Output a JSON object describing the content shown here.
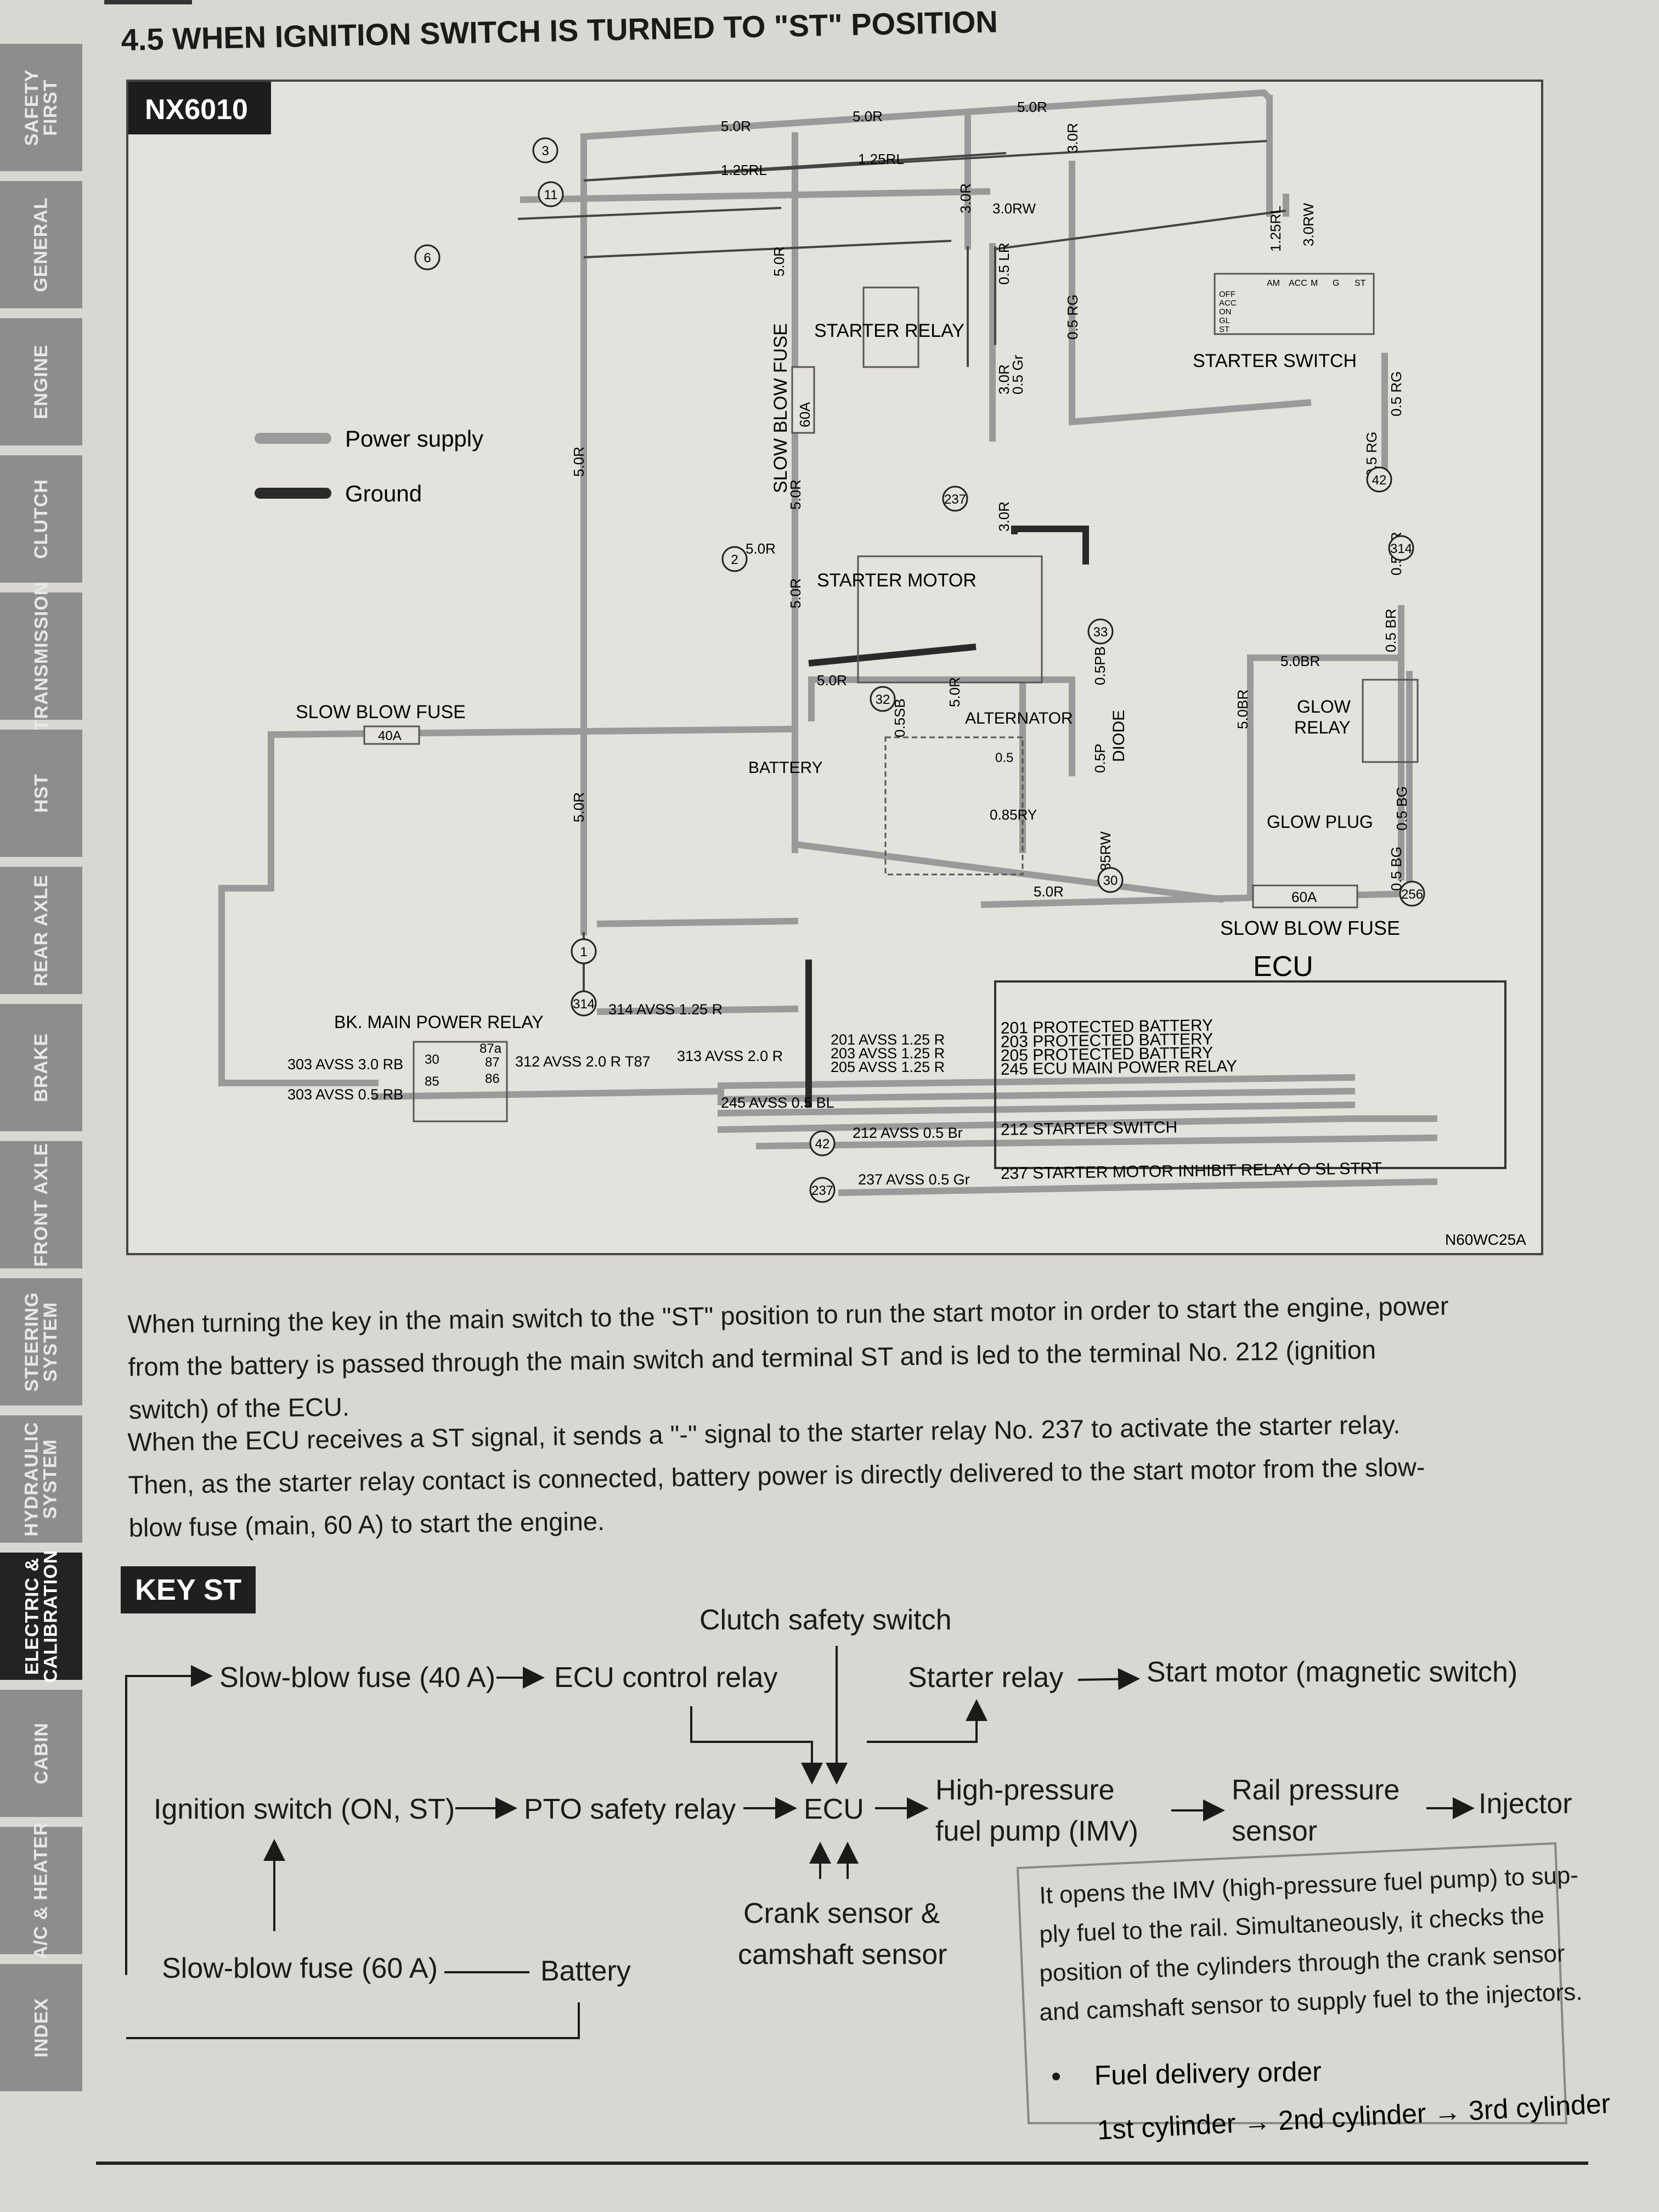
{
  "tabs": [
    {
      "label": "SAFETY FIRST",
      "lines": [
        "SAFETY",
        "FIRST"
      ],
      "active": false
    },
    {
      "label": "GENERAL",
      "lines": [
        "GENERAL"
      ],
      "active": false
    },
    {
      "label": "ENGINE",
      "lines": [
        "ENGINE"
      ],
      "active": false
    },
    {
      "label": "CLUTCH",
      "lines": [
        "CLUTCH"
      ],
      "active": false
    },
    {
      "label": "TRANSMISSION",
      "lines": [
        "TRANSMISSION"
      ],
      "active": false
    },
    {
      "label": "HST",
      "lines": [
        "HST"
      ],
      "active": false
    },
    {
      "label": "REAR AXLE",
      "lines": [
        "REAR AXLE"
      ],
      "active": false
    },
    {
      "label": "BRAKE",
      "lines": [
        "BRAKE"
      ],
      "active": false
    },
    {
      "label": "FRONT AXLE",
      "lines": [
        "FRONT AXLE"
      ],
      "active": false
    },
    {
      "label": "STEERING SYSTEM",
      "lines": [
        "STEERING",
        "SYSTEM"
      ],
      "active": false
    },
    {
      "label": "HYDRAULIC SYSTEM",
      "lines": [
        "HYDRAULIC",
        "SYSTEM"
      ],
      "active": false
    },
    {
      "label": "ELECTRIC & CALIBRATION",
      "lines": [
        "ELECTRIC &",
        "CALIBRATION"
      ],
      "active": true
    },
    {
      "label": "CABIN",
      "lines": [
        "CABIN"
      ],
      "active": false
    },
    {
      "label": "A/C & HEATER",
      "lines": [
        "A/C & HEATER"
      ],
      "active": false
    },
    {
      "label": "INDEX",
      "lines": [
        "INDEX"
      ],
      "active": false
    }
  ],
  "heading": "4.5 WHEN IGNITION SWITCH IS TURNED TO \"ST\" POSITION",
  "diagram": {
    "model": "NX6010",
    "figure_code": "N60WC25A",
    "legend": {
      "power": "Power supply",
      "ground": "Ground"
    },
    "wire_labels": [
      "5.0R",
      "5.0R",
      "5.0R",
      "1.25RL",
      "1.25RL",
      "3.0RW",
      "3.0R",
      "3.0R",
      "5.0R",
      "0.5 LR",
      "0.5 RG",
      "1.25RL",
      "3.0RW",
      "5.0R",
      "3.0R",
      "0.5 Gr",
      "3.0R",
      "5.0R",
      "5.0R",
      "5.0R",
      "5.0R",
      "5.0R",
      "0.5SB",
      "5.0R",
      "0.5PB",
      "0.5P",
      "0.85RY",
      "0.85RW",
      "5.0R",
      "5.0BR",
      "5.0BR",
      "0.5 BR",
      "0.5 BG",
      "0.5 BG",
      "0.5 RG",
      "0.5 RG",
      "0.5 BR"
    ],
    "components": {
      "starter_relay": "STARTER RELAY",
      "starter_motor": "STARTER MOTOR",
      "slow_blow_fuse_main": "SLOW BLOW FUSE",
      "fuse_60a": "60A",
      "starter_switch": "STARTER SWITCH",
      "slow_blow_fuse_left": "SLOW BLOW FUSE",
      "fuse_40a": "40A",
      "battery": "BATTERY",
      "alternator": "ALTERNATOR",
      "alt_value": "0.5",
      "diode": "DIODE",
      "glow_relay": "GLOW RELAY",
      "glow_plug": "GLOW PLUG",
      "glow_fuse": "60A",
      "glow_fuse_label": "SLOW BLOW FUSE",
      "ecu": "ECU",
      "main_relay": "BK. MAIN POWER RELAY"
    },
    "switch_table": {
      "columns": [
        "AM",
        "ACC",
        "M",
        "G",
        "ST"
      ],
      "rows": [
        "OFF",
        "ACC",
        "ON",
        "GL",
        "ST"
      ]
    },
    "terminals": [
      "3",
      "11",
      "6",
      "2",
      "1",
      "32",
      "33",
      "30",
      "237",
      "42",
      "314",
      "256",
      "314",
      "42",
      "237"
    ],
    "relay_pins": [
      "87a",
      "30",
      "87",
      "86",
      "85"
    ],
    "harness_labels": [
      "314 AVSS 1.25 R",
      "303 AVSS 3.0 RB",
      "303 AVSS 0.5 RB",
      "312 AVSS 2.0 R",
      "T87",
      "313 AVSS 2.0 R",
      "245 AVSS 0.5 BL",
      "201 AVSS 1.25 R",
      "203 AVSS 1.25 R",
      "205 AVSS 1.25 R",
      "212 AVSS 0.5 Br",
      "237 AVSS 0.5 Gr"
    ],
    "ecu_terminals": [
      "201 PROTECTED BATTERY",
      "203 PROTECTED BATTERY",
      "205 PROTECTED BATTERY",
      "245 ECU MAIN POWER RELAY",
      "212 STARTER SWITCH",
      "237 STARTER MOTOR INHIBIT RELAY O SL STRT"
    ]
  },
  "paragraphs": [
    [
      "When turning the key in the main switch to the \"ST\" position to run the start motor in order to start the engine, power",
      "from the battery is passed through the main switch and terminal ST and is led to the terminal No. 212 (ignition",
      "switch) of the ECU."
    ],
    [
      "When the ECU receives a ST signal, it sends a \"-\" signal to the starter relay No. 237 to activate the starter relay.",
      "Then, as the starter relay contact is connected, battery power is directly delivered to the start motor from the slow-",
      "blow fuse (main, 60 A) to start the engine."
    ]
  ],
  "key_st": {
    "title": "KEY ST",
    "nodes": {
      "clutch_safety": "Clutch safety switch",
      "fuse40": "Slow-blow fuse (40 A)",
      "ecu_relay": "ECU control relay",
      "starter_relay": "Starter relay",
      "start_motor": "Start motor (magnetic switch)",
      "ignition": "Ignition switch (ON, ST)",
      "pto": "PTO safety relay",
      "ecu": "ECU",
      "hp_pump": [
        "High-pressure",
        "fuel pump (IMV)"
      ],
      "rail_sensor": [
        "Rail pressure",
        "sensor"
      ],
      "injector": "Injector",
      "crank": [
        "Crank sensor &",
        "camshaft sensor"
      ],
      "fuse60": "Slow-blow fuse (60 A)",
      "battery": "Battery"
    },
    "note": [
      "It opens the IMV (high-pressure fuel pump) to sup-",
      "ply fuel to the rail. Simultaneously, it checks the",
      "position of the cylinders through the crank sensor",
      "and camshaft sensor to supply fuel to the injectors."
    ],
    "delivery_title": "Fuel delivery order",
    "delivery_order": [
      "1st cylinder",
      "2nd cylinder",
      "3rd cylinder"
    ],
    "delivery_arrow": "→"
  }
}
